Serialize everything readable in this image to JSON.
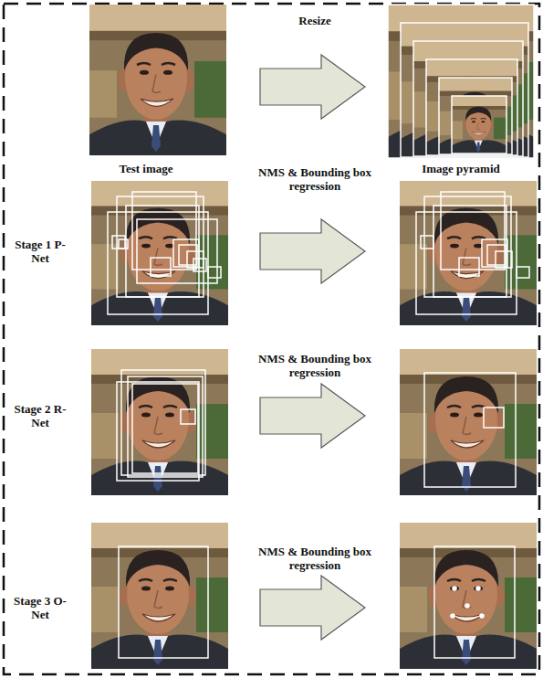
{
  "diagram": {
    "labels": [
      "Resize",
      "Test image",
      "NMS & Bounding box regression",
      "Image pyramid",
      "Stage 1 P-Net",
      "NMS & Bounding box regression",
      "Stage 2 R-Net",
      "NMS & Bounding box regression",
      "Stage 3 O-Net"
    ]
  }
}
